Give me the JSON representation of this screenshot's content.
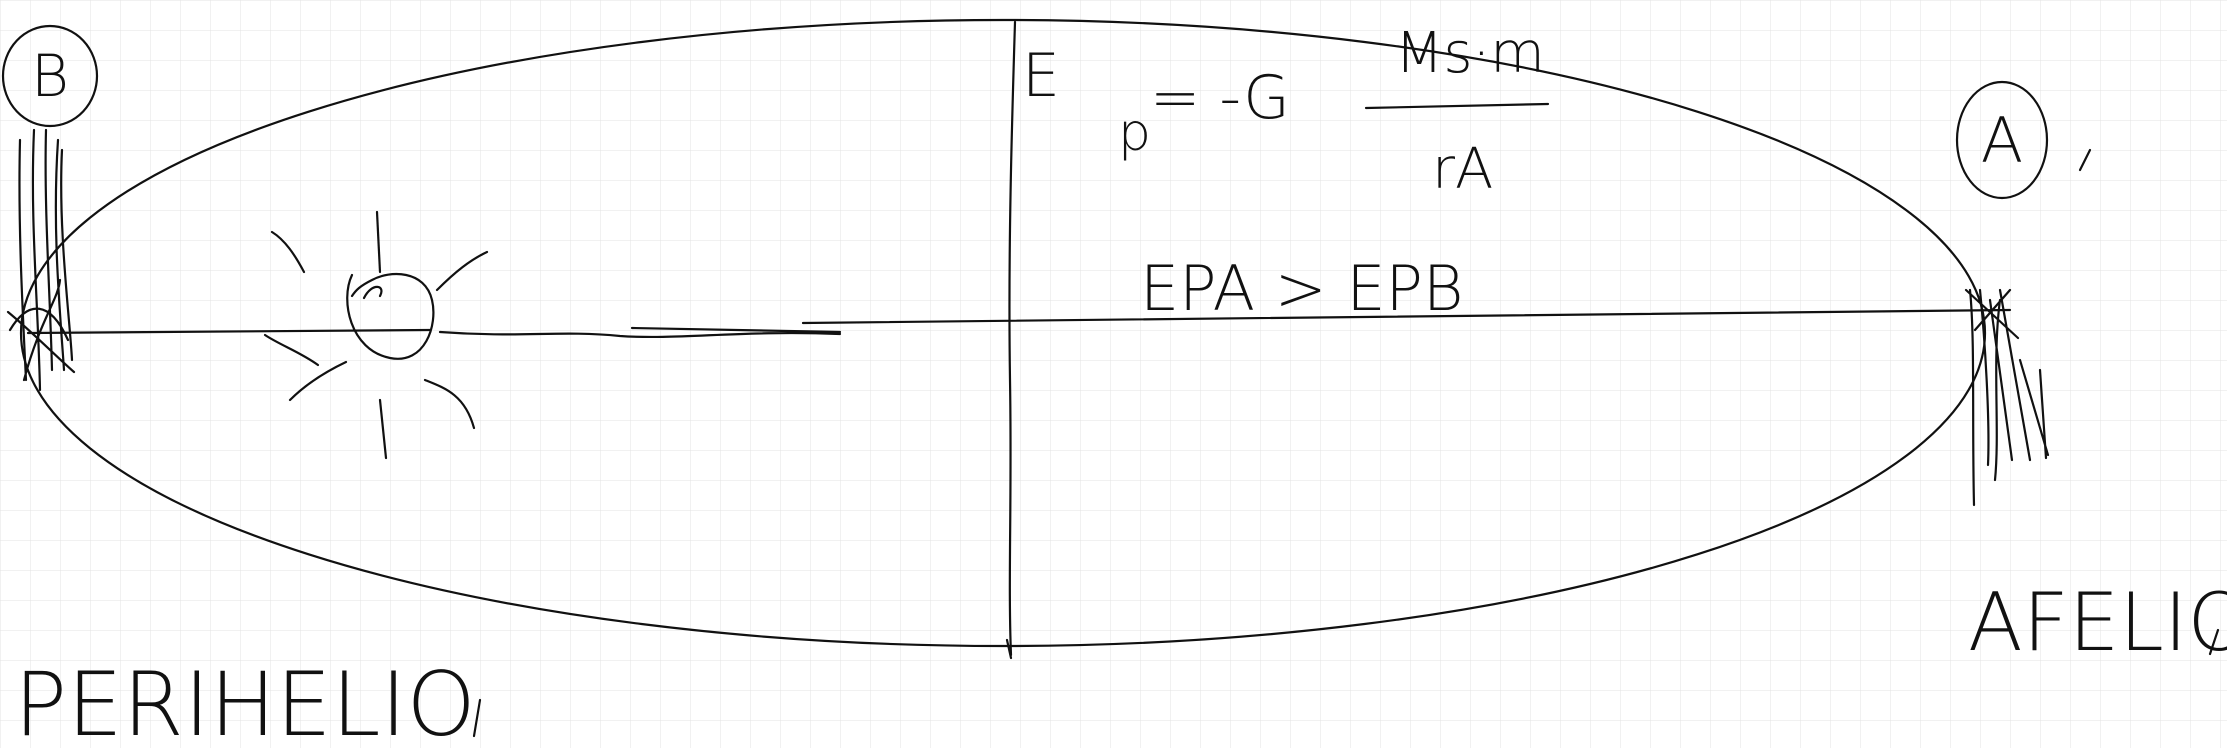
{
  "labels": {
    "point_b": "B",
    "point_a": "A",
    "perihelion": "PERIHELIO",
    "aphelion": "AFELIO",
    "formula": "E = -G Ms·m / rA",
    "formula_lhs": "E",
    "formula_sub": "p",
    "formula_rhs": "= -G",
    "formula_numerator": "Ms·m",
    "formula_denominator": "rA",
    "comparison": "EPA > EPB"
  },
  "colors": {
    "background": "#ffffff",
    "grid": "#e3e3e3",
    "ink": "#111111"
  },
  "icons": [
    "sun-icon"
  ]
}
